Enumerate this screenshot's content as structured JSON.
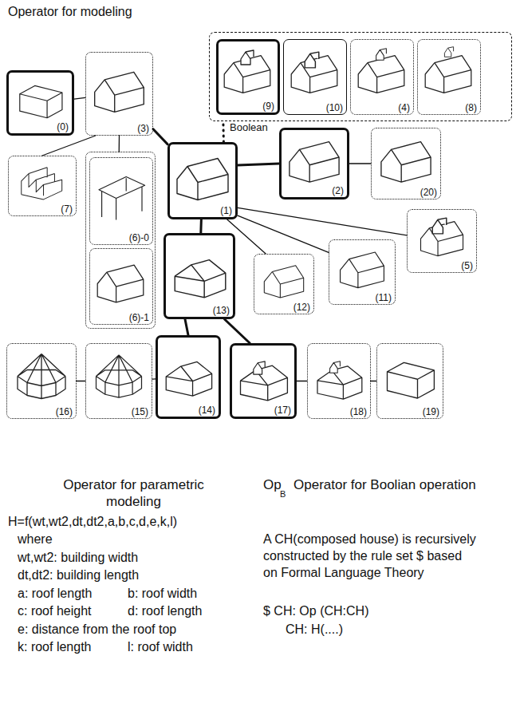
{
  "diagram": {
    "title": "Operator for modeling",
    "nodes": [
      {
        "text": [
          "(0)"
        ]
      },
      {
        "text": [
          "(3)"
        ]
      },
      {
        "text": [
          "Boolean"
        ]
      },
      {
        "text": [
          "(9)"
        ],
        "in": 2
      },
      {
        "text": [
          "(10)"
        ],
        "in": 2
      },
      {
        "text": [
          "(4)"
        ],
        "in": 2
      },
      {
        "text": [
          "(8)"
        ],
        "in": 2
      },
      {
        "text": [
          "(7)"
        ]
      },
      {
        "text": []
      },
      {
        "text": [
          "(6)-0"
        ],
        "in": 8
      },
      {
        "text": [
          "(6)-1"
        ],
        "in": 8
      },
      {
        "text": [
          "(1)"
        ]
      },
      {
        "text": [
          "(2)"
        ]
      },
      {
        "text": [
          "(20)"
        ]
      },
      {
        "text": [
          "(5)"
        ]
      },
      {
        "text": [
          "(13)"
        ]
      },
      {
        "text": [
          "(12)"
        ]
      },
      {
        "text": [
          "(11)"
        ]
      },
      {
        "text": [
          "(16)"
        ]
      },
      {
        "text": [
          "(15)"
        ]
      },
      {
        "text": [
          "(14)"
        ]
      },
      {
        "text": [
          "(17)"
        ]
      },
      {
        "text": [
          "(18)"
        ]
      },
      {
        "text": [
          "(19)"
        ]
      }
    ],
    "edges": [
      {
        "from": 0,
        "to": 1,
        "arrow": "none"
      },
      {
        "from": 1,
        "to": 7,
        "arrow": "none"
      },
      {
        "from": 1,
        "to": 8,
        "arrow": "none"
      },
      {
        "from": 1,
        "to": 11,
        "arrow": "none"
      },
      {
        "from": 11,
        "to": 2,
        "arrow": "none"
      },
      {
        "from": 11,
        "to": 12,
        "arrow": "none"
      },
      {
        "from": 12,
        "to": 13,
        "arrow": "none"
      },
      {
        "from": 11,
        "to": 14,
        "arrow": "none"
      },
      {
        "from": 11,
        "to": 16,
        "arrow": "none"
      },
      {
        "from": 11,
        "to": 17,
        "arrow": "none"
      },
      {
        "from": 11,
        "to": 15,
        "arrow": "none"
      },
      {
        "from": 15,
        "to": 20,
        "arrow": "none"
      },
      {
        "from": 15,
        "to": 21,
        "arrow": "none"
      },
      {
        "from": 20,
        "to": 19,
        "arrow": "none"
      },
      {
        "from": 19,
        "to": 18,
        "arrow": "none"
      },
      {
        "from": 21,
        "to": 22,
        "arrow": "none"
      },
      {
        "from": 22,
        "to": 23,
        "arrow": "none"
      }
    ],
    "labels": [
      "Operator for parametric modeling",
      "Op",
      "B",
      "Operator for Boolian operation",
      "H=f(wt,wt2,dt,dt2,a,b,c,d,e,k,l)",
      "where",
      "wt,wt2: building width",
      "dt,dt2: building length",
      "a: roof length",
      "b: roof width",
      "c: roof height",
      "d: roof length",
      "e: distance from the roof top",
      "k: roof length",
      "l: roof width",
      "A CH(composed house) is recursively constructed by the rule set $ based on Formal Language Theory",
      "$ CH: Op (CH:CH)",
      "CH: H(....)"
    ]
  }
}
